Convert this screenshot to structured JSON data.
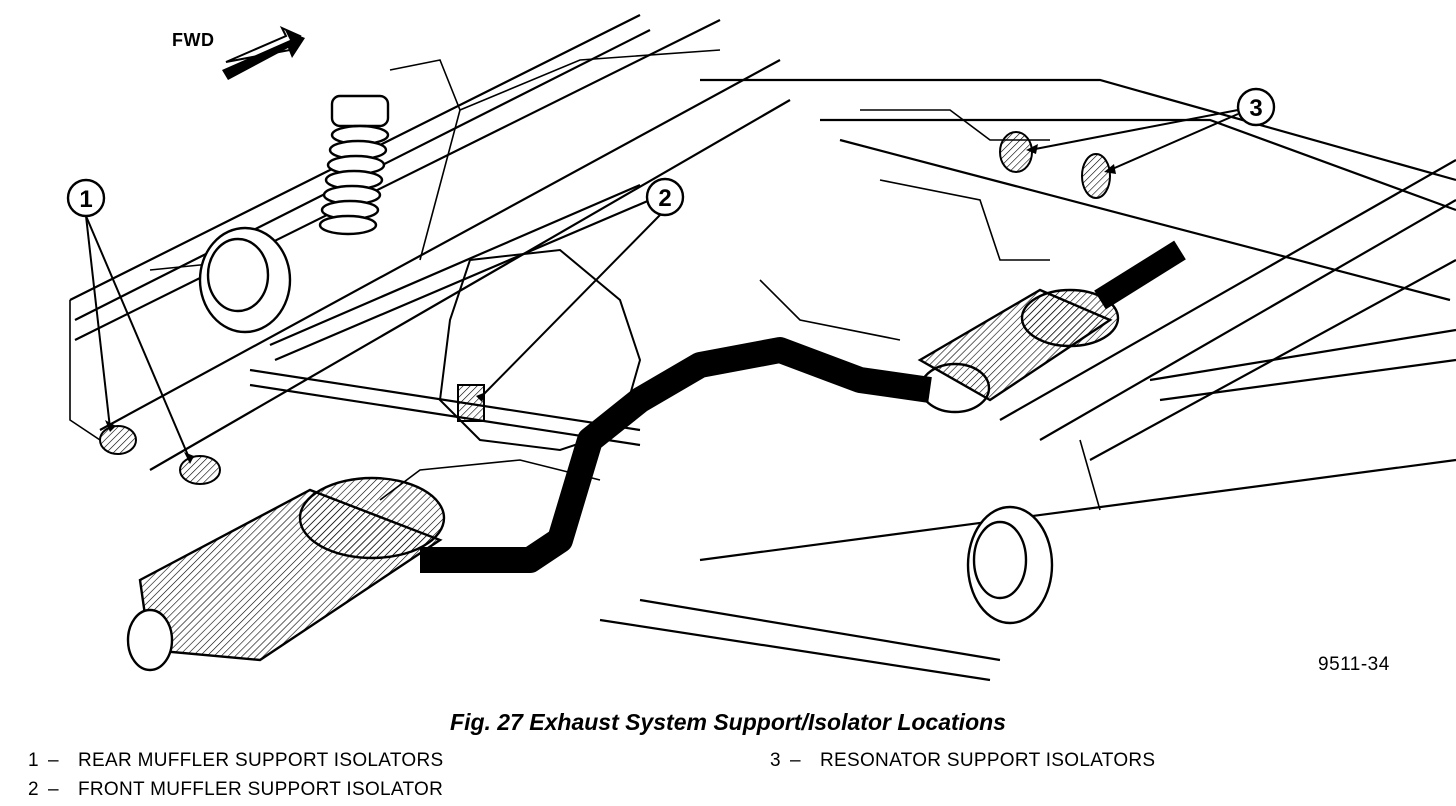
{
  "fwd_label": "FWD",
  "figure_id": "9511-34",
  "caption": "Fig. 27 Exhaust System Support/Isolator Locations",
  "callouts": [
    "1",
    "2",
    "3"
  ],
  "legend": [
    {
      "num": "1",
      "sep": "–",
      "text": "REAR MUFFLER SUPPORT ISOLATORS"
    },
    {
      "num": "2",
      "sep": "–",
      "text": "FRONT MUFFLER SUPPORT ISOLATOR"
    },
    {
      "num": "3",
      "sep": "–",
      "text": "RESONATOR SUPPORT ISOLATORS"
    }
  ]
}
